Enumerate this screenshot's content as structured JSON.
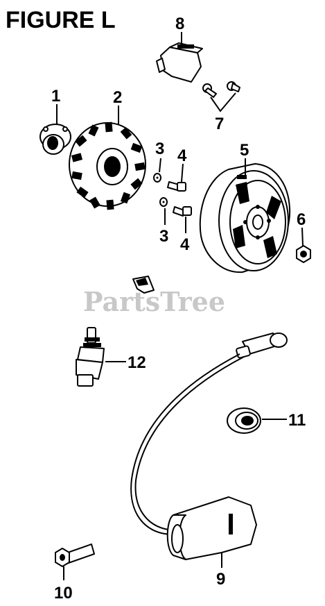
{
  "figure_title": "FIGURE L",
  "watermark": "PartsTree",
  "callouts": {
    "c1": "1",
    "c2": "2",
    "c3a": "3",
    "c3b": "3",
    "c4a": "4",
    "c4b": "4",
    "c5": "5",
    "c6": "6",
    "c7": "7",
    "c8": "8",
    "c9": "9",
    "c10": "10",
    "c11": "11",
    "c12": "12"
  }
}
